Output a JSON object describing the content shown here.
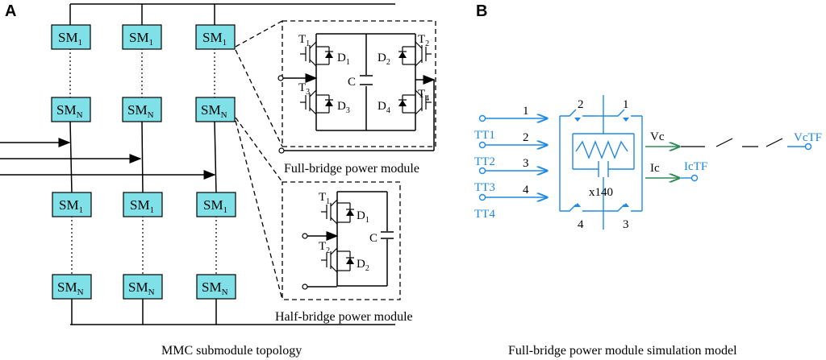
{
  "panels": {
    "a_label": "A",
    "b_label": "B",
    "a_caption": "MMC submodule topology",
    "b_caption": "Full-bridge power module simulation model"
  },
  "submodules": {
    "top": {
      "main": "SM",
      "sub": "1"
    },
    "bottom": {
      "main": "SM",
      "sub": "N"
    }
  },
  "full_bridge": {
    "caption": "Full-bridge power module",
    "t1": {
      "main": "T",
      "sub": "1"
    },
    "t2": {
      "main": "T",
      "sub": "2"
    },
    "t3": {
      "main": "T",
      "sub": "3"
    },
    "t4": {
      "main": "T",
      "sub": "4"
    },
    "d1": {
      "main": "D",
      "sub": "1"
    },
    "d2": {
      "main": "D",
      "sub": "2"
    },
    "d3": {
      "main": "D",
      "sub": "3"
    },
    "d4": {
      "main": "D",
      "sub": "4"
    },
    "cap": "C"
  },
  "half_bridge": {
    "caption": "Half-bridge power module",
    "t1": {
      "main": "T",
      "sub": "1"
    },
    "t2": {
      "main": "T",
      "sub": "2"
    },
    "d1": {
      "main": "D",
      "sub": "1"
    },
    "d2": {
      "main": "D",
      "sub": "2"
    },
    "cap": "C"
  },
  "sim_model": {
    "inputs": [
      {
        "num": "1",
        "tag": "TT1"
      },
      {
        "num": "2",
        "tag": "TT2"
      },
      {
        "num": "3",
        "tag": "TT3"
      },
      {
        "num": "4",
        "tag": "TT4"
      }
    ],
    "top_switch_labels": [
      "2",
      "1"
    ],
    "bottom_switch_labels": [
      "4",
      "3"
    ],
    "multiplier": "x140",
    "vc_label": "Vc",
    "ic_label": "Ic",
    "vc_out": "VcTF",
    "ic_out": "IcTF"
  }
}
